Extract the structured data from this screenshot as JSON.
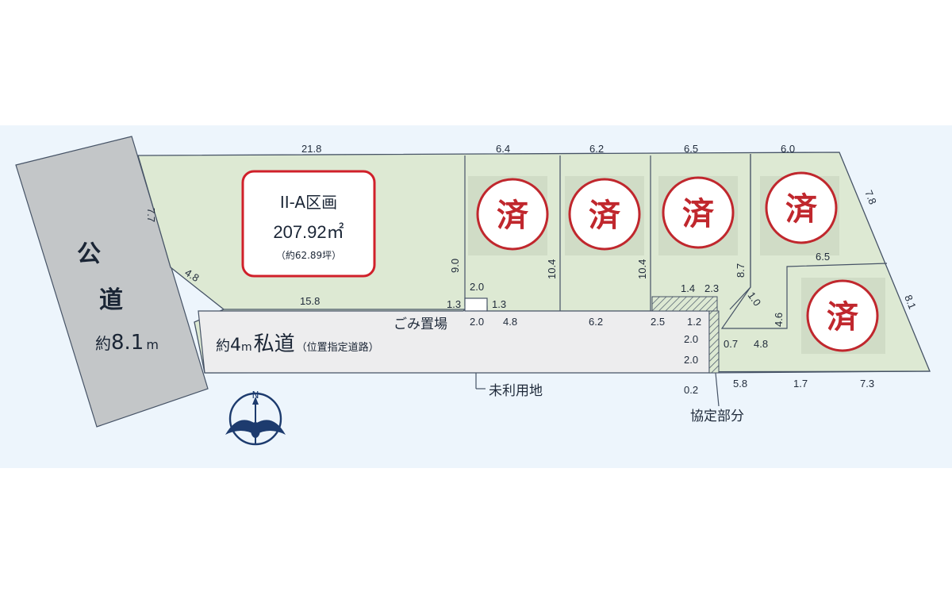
{
  "public_road": {
    "line1": "公",
    "line2": "道",
    "width_prefix": "約",
    "width_value": "8.1",
    "width_unit": "m"
  },
  "private_road": {
    "prefix": "約",
    "width_value": "4",
    "unit": "m",
    "name": "私道",
    "note": "（位置指定道路）"
  },
  "highlight_lot": {
    "title": "II-A区画",
    "area": "207.92㎡",
    "area_tsubo": "（約62.89坪）",
    "border_color": "#d0202a"
  },
  "sold_label": "済",
  "sold_count": 5,
  "labels": {
    "garbage": "ごみ置場",
    "unused_land": "未利用地",
    "agreement_part": "協定部分",
    "north": "N"
  },
  "dimensions": {
    "top_a": "21.8",
    "top_b": "6.4",
    "top_c": "6.2",
    "top_d": "6.5",
    "top_e": "6.0",
    "left_side": "7.7",
    "diag_left": "4.8",
    "bottom_a": "15.8",
    "lot_a_right": "9.0",
    "lot_b_right": "10.4",
    "lot_c_right": "10.4",
    "garbage_top": "2.0",
    "garbage_left": "1.3",
    "garbage_right": "1.3",
    "garbage_bottom": "2.0",
    "lot_b_bottom": "4.8",
    "lot_c_bottom": "6.2",
    "hatch_top_a": "1.4",
    "hatch_top_b": "2.3",
    "lot_e_left": "8.7",
    "lot_e_mid": "6.5",
    "right_top": "7.8",
    "right_bottom": "8.1",
    "lot_f_diag": "1.0",
    "lot_f_left": "4.6",
    "road_end_a": "2.5",
    "road_end_b": "1.2",
    "road_end_c": "2.0",
    "road_end_d": "2.0",
    "road_end_e": "0.2",
    "lot_f_b": "0.7",
    "lot_f_c": "4.8",
    "bottom_right_a": "5.8",
    "bottom_right_b": "1.7",
    "bottom_right_c": "7.3"
  },
  "colors": {
    "lot_fill": "#dde9d3",
    "road_fill": "#c3c6c8",
    "private_road_fill": "#ededee",
    "band": "#edf5fc",
    "line": "#465366",
    "sold_circle": "#c0272d",
    "compass": "#1d3b6e"
  }
}
